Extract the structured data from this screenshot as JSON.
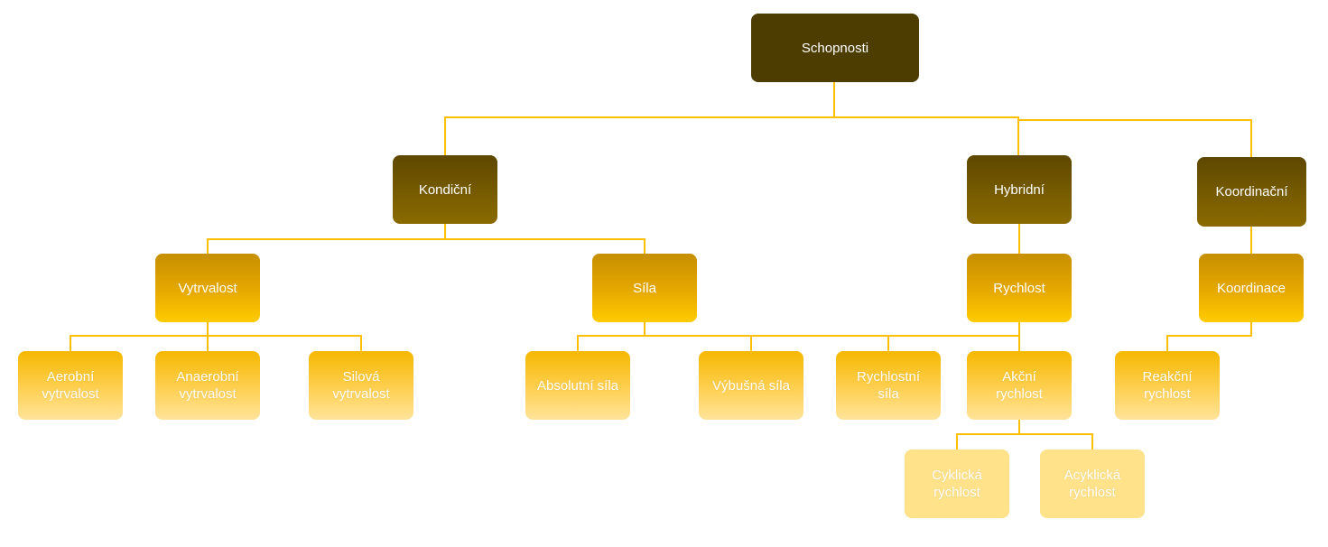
{
  "diagram": {
    "type": "hierarchy",
    "nodes": {
      "root": "Schopnosti",
      "kondicni": "Kondiční",
      "hybridni": "Hybridní",
      "koordinacni": "Koordinační",
      "vytrvalost": "Vytrvalost",
      "sila": "Síla",
      "rychlost": "Rychlost",
      "koordinace": "Koordinace",
      "aerobni": "Aerobní\nvytrvalost",
      "anaerobni": "Anaerobní\nvytrvalost",
      "silova": "Silová\nvytrvalost",
      "absolutni": "Absolutní síla",
      "vybusna": "Výbušná síla",
      "rychlostni": "Rychlostní\nsíla",
      "akcni": "Akční\nrychlost",
      "reakcni": "Reakční\nrychlost",
      "cyklicka": "Cyklická\nrychlost",
      "acyklicka": "Acyklická\nrychlost"
    },
    "colors": {
      "connector": "#ffc000",
      "level0": "#4d3d00",
      "level1": "#7d6000",
      "level2": "#f0b400",
      "level3": "#ffd25a",
      "level4": "#ffe28a",
      "text": "#ffffff"
    }
  }
}
